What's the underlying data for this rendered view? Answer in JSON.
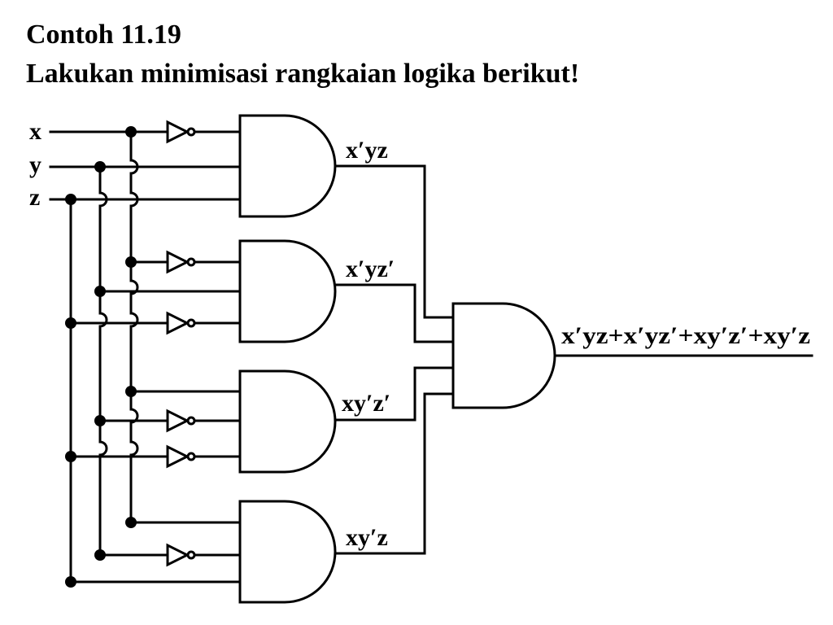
{
  "title": {
    "line1": "Contoh 11.19",
    "line2": "Lakukan minimisasi rangkaian logika berikut!"
  },
  "inputs": {
    "x": "x",
    "y": "y",
    "z": "z"
  },
  "gate_labels": {
    "and1": "x′yz",
    "and2": "x′yz′",
    "and3": "xy′z′",
    "and4": "xy′z"
  },
  "output_label": "x′yz+x′yz′+xy′z′+xy′z"
}
